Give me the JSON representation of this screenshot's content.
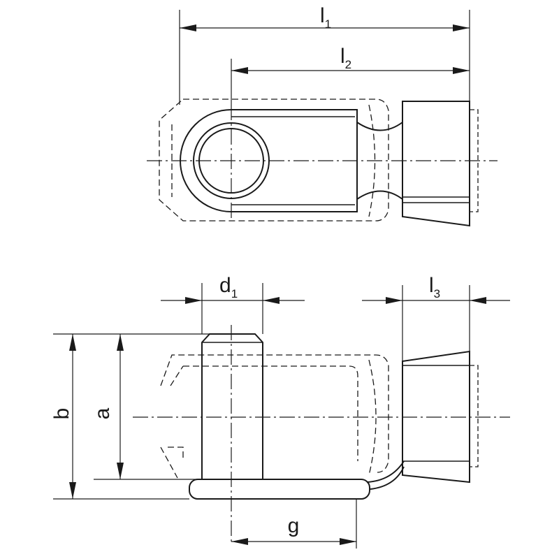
{
  "drawing": {
    "colors": {
      "line": "#1a1a1a",
      "background": "#ffffff"
    },
    "top_view": {
      "dimensions": [
        {
          "letter": "l",
          "subscript": "1"
        },
        {
          "letter": "l",
          "subscript": "2"
        }
      ]
    },
    "front_view": {
      "dimensions": [
        {
          "letter": "d",
          "subscript": "1"
        },
        {
          "letter": "l",
          "subscript": "3"
        },
        {
          "letter": "b",
          "subscript": ""
        },
        {
          "letter": "a",
          "subscript": ""
        },
        {
          "letter": "g",
          "subscript": ""
        }
      ]
    }
  }
}
